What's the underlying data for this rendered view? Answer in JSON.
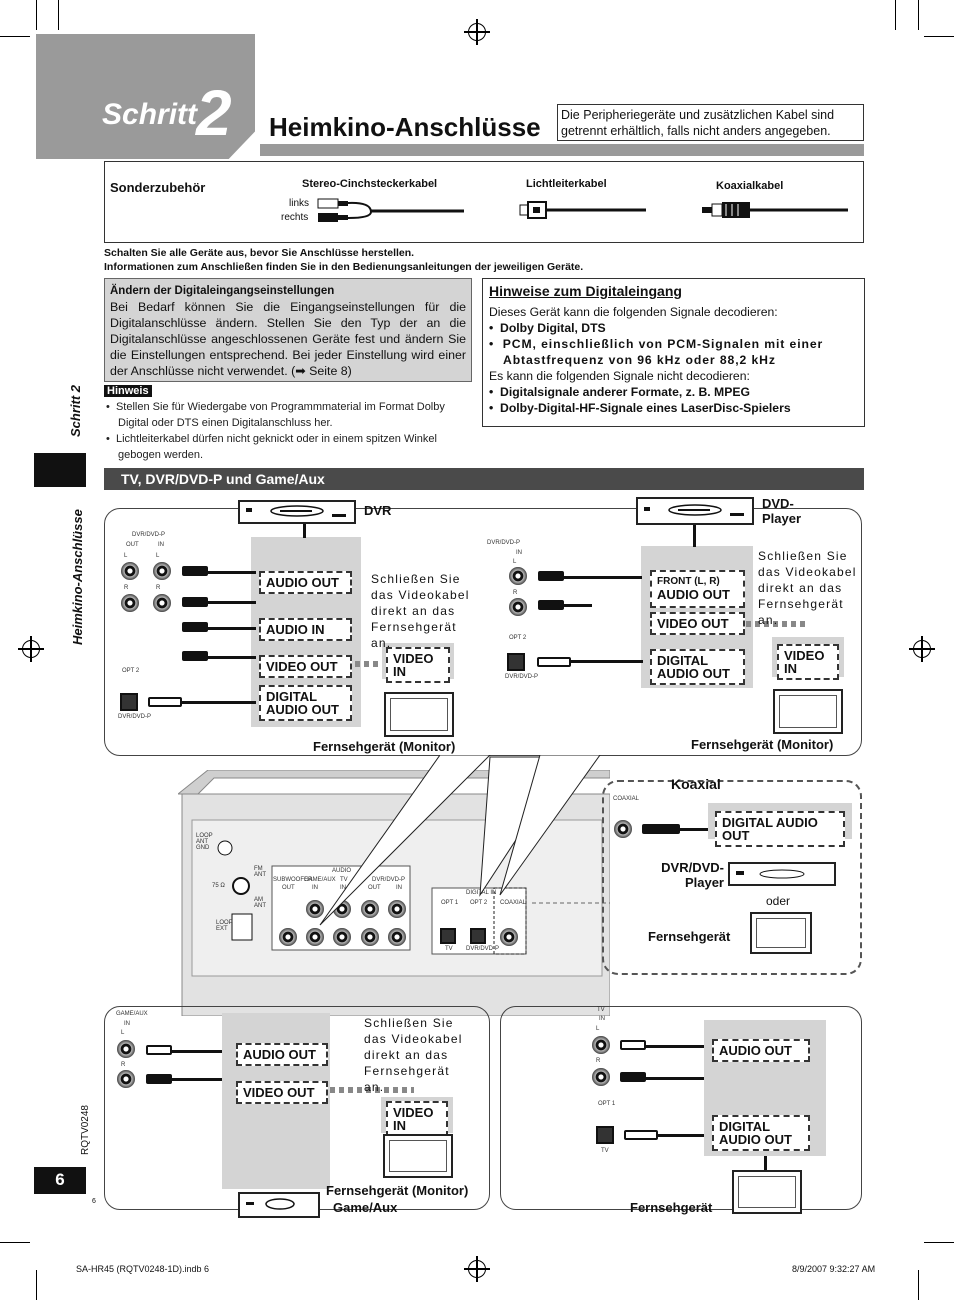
{
  "header": {
    "step_word": "Schritt",
    "step_number": "2",
    "title": "Heimkino-Anschlüsse",
    "info": "Die Peripheriegeräte und zusätzlichen Kabel sind getrennt erhältlich, falls nicht anders angegeben."
  },
  "accessories": {
    "label": "Sonderzubehör",
    "stereo": "Stereo-Cinchsteckerkabel",
    "left": "links",
    "right": "rechts",
    "optical": "Lichtleiterkabel",
    "coax": "Koaxialkabel"
  },
  "warnings": {
    "line1": "Schalten Sie alle Geräte aus, bevor Sie Anschlüsse herstellen.",
    "line2": "Informationen zum Anschließen finden Sie in den Bedienungsanleitungen der jeweiligen Geräte."
  },
  "grey_note": {
    "title": "Ändern der Digitaleingangseinstellungen",
    "body": "Bei Bedarf können Sie die Eingangseinstellungen für die Digitalanschlüsse ändern. Stellen Sie den Typ der an die Digitalanschlüsse angeschlossenen Geräte fest und ändern Sie die Einstellungen entsprechend. Bei jeder Einstellung wird einer der Anschlüsse nicht verwendet. (➡ Seite 8)"
  },
  "hinweis": {
    "tag": "Hinweis",
    "items": [
      "Stellen Sie für Wiedergabe von Programmmaterial im Format Dolby Digital oder DTS einen Digitalanschluss her.",
      "Lichtleiterkabel dürfen nicht geknickt oder in einem spitzen Winkel gebogen werden."
    ]
  },
  "digital": {
    "title": "Hinweise zum Digitaleingang",
    "intro": "Dieses Gerät kann die folgenden Signale decodieren:",
    "dec1": "Dolby Digital, DTS",
    "dec2": "PCM, einschließlich von PCM-Signalen mit einer Abtastfrequenz von 96 kHz oder 88,2 kHz",
    "intro2": "Es kann die folgenden Signale nicht decodieren:",
    "nodec1": "Digitalsignale anderer Formate, z. B. MPEG",
    "nodec2": "Dolby-Digital-HF-Signale eines LaserDisc-Spielers"
  },
  "side": {
    "step": "Schritt 2",
    "section": "Heimkino-Anschlüsse"
  },
  "section_bar": "TV, DVR/DVD-P und Game/Aux",
  "dvr_panel": {
    "device": "DVR",
    "audio_out": "AUDIO OUT",
    "audio_in": "AUDIO IN",
    "video_out": "VIDEO OUT",
    "digital_audio_out": "DIGITAL AUDIO OUT",
    "video_in": "VIDEO IN",
    "note": "Schließen Sie das Videokabel direkt an das Fernsehgerät an.",
    "monitor": "Fernsehgerät (Monitor)",
    "jack_top": "DVR/DVD-P",
    "jack_out": "OUT",
    "jack_in": "IN",
    "jack_l": "L",
    "jack_r": "R",
    "opt2": "OPT 2",
    "opt_dev": "DVR/DVD-P"
  },
  "dvd_panel": {
    "device": "DVD-Player",
    "front": "FRONT (L, R)",
    "audio_out": "AUDIO OUT",
    "video_out": "VIDEO OUT",
    "digital_audio_out": "DIGITAL AUDIO OUT",
    "video_in": "VIDEO IN",
    "note": "Schließen Sie das Videokabel direkt an das Fernsehgerät an.",
    "monitor": "Fernsehgerät (Monitor)",
    "jack_top": "DVR/DVD-P",
    "jack_in": "IN",
    "jack_l": "L",
    "jack_r": "R",
    "opt2": "OPT 2",
    "opt_dev": "DVR/DVD-P"
  },
  "coax_panel": {
    "title": "Koaxial",
    "jack": "COAXIAL",
    "digital_audio_out": "DIGITAL AUDIO OUT",
    "device": "DVR/DVD-Player",
    "oder": "oder",
    "tv": "Fernsehgerät"
  },
  "rear_panel": {
    "loop_ant": "LOOP ANT GND",
    "fm_ant": "FM ANT",
    "ohm": "75 Ω",
    "am_ant": "AM ANT",
    "loop_ext": "LOOP EXT",
    "audio": "AUDIO",
    "subwoofer": "SUBWOOFER",
    "game_aux": "GAME/AUX",
    "tv": "TV",
    "dvr_dvd_p": "DVR/DVD-P",
    "out": "OUT",
    "in": "IN",
    "digital_in": "DIGITAL IN",
    "opt1": "OPT 1",
    "opt2": "OPT 2",
    "coaxial": "COAXIAL",
    "tv_small": "TV",
    "dvr_small": "DVR/DVD-P"
  },
  "game_panel": {
    "jack_top": "GAME/AUX",
    "jack_in": "IN",
    "jack_l": "L",
    "jack_r": "R",
    "audio_out": "AUDIO OUT",
    "video_out": "VIDEO OUT",
    "video_in": "VIDEO IN",
    "note": "Schließen Sie das Videokabel direkt an das Fernsehgerät an.",
    "monitor": "Fernsehgerät (Monitor)",
    "device": "Game/Aux"
  },
  "tv_panel": {
    "jack_top": "TV",
    "jack_in": "IN",
    "jack_l": "L",
    "jack_r": "R",
    "opt1": "OPT 1",
    "opt_dev": "TV",
    "audio_out": "AUDIO OUT",
    "digital_audio_out": "DIGITAL AUDIO OUT",
    "tv": "Fernsehgerät"
  },
  "footer": {
    "page_number": "6",
    "page_small": "6",
    "doc_code": "RQTV0248",
    "file": "SA-HR45 (RQTV0248-1D).indb   6",
    "date": "8/9/2007   9:32:27 AM"
  }
}
